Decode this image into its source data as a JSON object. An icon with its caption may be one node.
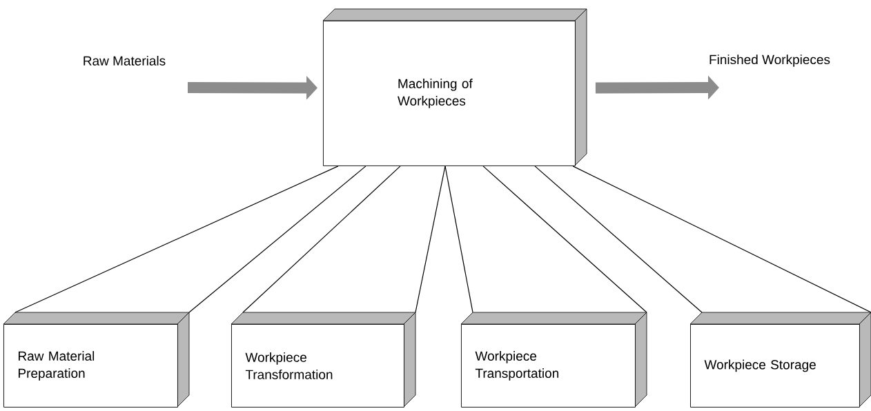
{
  "diagram": {
    "nodes": [
      {
        "text": [
          "Raw Materials"
        ]
      },
      {
        "text": [
          "Machining of Workpieces"
        ]
      },
      {
        "text": [
          "Finished Workpieces"
        ]
      },
      {
        "text": [
          "Raw Material Preparation"
        ]
      },
      {
        "text": [
          "Workpiece Transformation"
        ]
      },
      {
        "text": [
          "Workpiece Transportation"
        ]
      },
      {
        "text": [
          "Workpiece Storage"
        ]
      }
    ],
    "edges": [
      {
        "from": 0,
        "to": 1,
        "arrow": "to",
        "style": "thick",
        "color": "#8c8c8c"
      },
      {
        "from": 1,
        "to": 2,
        "arrow": "to",
        "style": "thick",
        "color": "#8c8c8c"
      },
      {
        "from": 1,
        "to": 3,
        "arrow": "none"
      },
      {
        "from": 1,
        "to": 3,
        "arrow": "none"
      },
      {
        "from": 1,
        "to": 4,
        "arrow": "none"
      },
      {
        "from": 1,
        "to": 4,
        "arrow": "none"
      },
      {
        "from": 1,
        "to": 5,
        "arrow": "none"
      },
      {
        "from": 1,
        "to": 5,
        "arrow": "none"
      },
      {
        "from": 1,
        "to": 6,
        "arrow": "none"
      },
      {
        "from": 1,
        "to": 6,
        "arrow": "none"
      }
    ]
  }
}
